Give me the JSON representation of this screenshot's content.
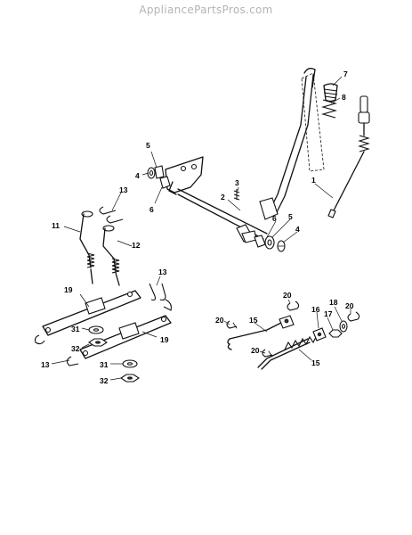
{
  "watermark": "AppliancePartsPros.com",
  "callouts": {
    "c1": "1",
    "c2": "2",
    "c3": "3",
    "c4a": "4",
    "c4b": "4",
    "c5a": "5",
    "c5b": "5",
    "c6a": "6",
    "c6b": "6",
    "c7": "7",
    "c8": "8",
    "c11": "11",
    "c12": "12",
    "c13a": "13",
    "c13b": "13",
    "c13c": "13",
    "c15a": "15",
    "c15b": "15",
    "c16": "16",
    "c17": "17",
    "c18": "18",
    "c19a": "19",
    "c19b": "19",
    "c20a": "20",
    "c20b": "20",
    "c20c": "20",
    "c20d": "20",
    "c31a": "31",
    "c31b": "31",
    "c32a": "32",
    "c32b": "32"
  },
  "colors": {
    "line": "#111111",
    "watermark": "#b4b4b4",
    "background": "#ffffff"
  }
}
